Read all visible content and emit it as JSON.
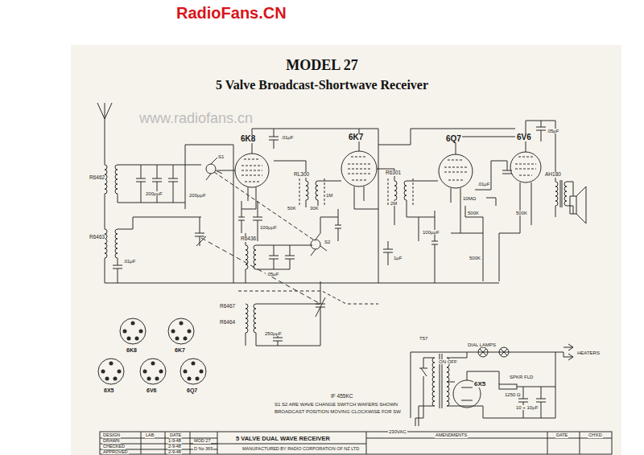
{
  "diagram": {
    "title": "MODEL 27",
    "labels": [
      "RadioFans.CN",
      "5 Valve Broadcast-Shortwave Receiver",
      "www.radiofans.cn",
      "6K8",
      "6K7",
      "6Q7",
      "6V6",
      "R6462",
      "R6463",
      "R6436",
      "R6467",
      "R6464",
      "RL300",
      "R6301",
      "AH180",
      ".05μF",
      ".01μF",
      ".01μF",
      "200μμF",
      "200μμF",
      "100μμF",
      "50K",
      "2M",
      "100μμF",
      "1M",
      "500K",
      "500K",
      "500K",
      "10MΩ",
      "30K",
      ".01μF",
      "250μμF",
      ".05μF",
      "1μF",
      "S1",
      "S2",
      "IF 455KC",
      "S1 S2 ARE WAVE CHANGE SWITCH WAFERS SHOWN",
      "BROADCAST POSITION MOVING CLOCKWISE FOR SW",
      "T57",
      "DIAL LAMPS",
      "HEATERS",
      "ON OFF",
      "6X5",
      "SPKR FLD",
      "1250 Ω",
      "10 + 10μF",
      "230VAC",
      "6K8",
      "6K7",
      "6X5",
      "6V6",
      "6Q7",
      "DESIGN",
      "LAB",
      "DATE",
      "DRAWN",
      "1-9-48",
      "MOD 27",
      "CHECKED",
      "2-9-48",
      "APPROVED",
      "2-9-48",
      "D No 369",
      "5 VALVE DUAL WAVE RECEIVER",
      "MANUFACTURED BY RADIO CORPORATION OF NZ LTD",
      "AMENDMENTS",
      "DATE",
      "CH'KD"
    ]
  }
}
